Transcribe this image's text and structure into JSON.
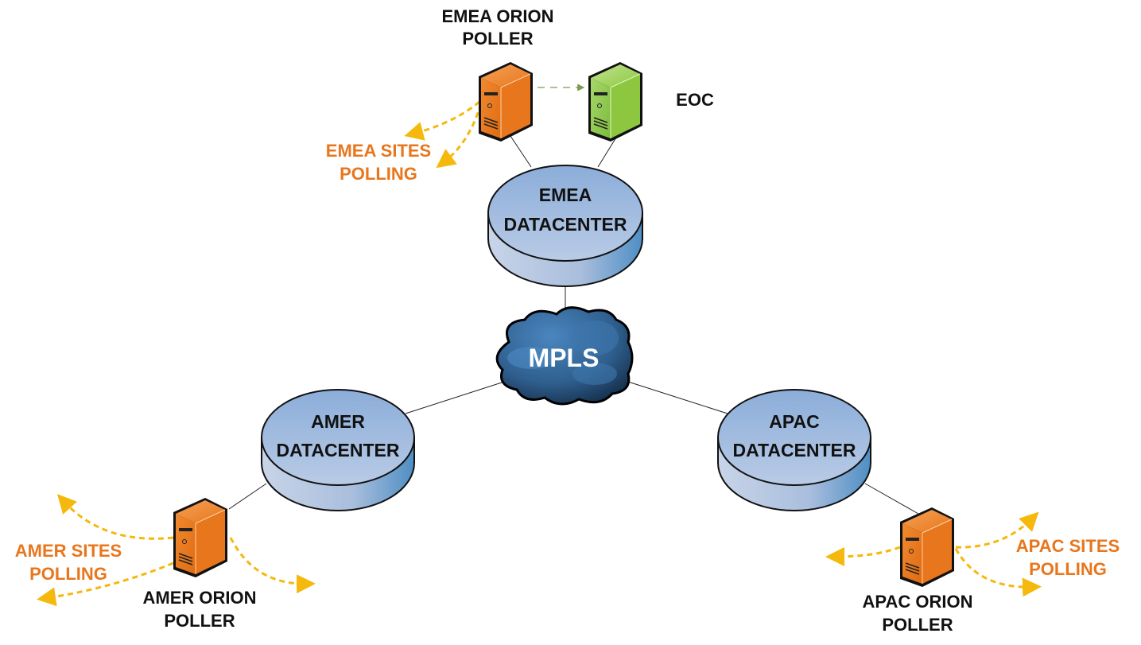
{
  "diagram": {
    "type": "network-topology",
    "nodes": {
      "emea_poller": {
        "label_line1": "EMEA ORION",
        "label_line2": "POLLER",
        "kind": "server",
        "color": "#e8761c"
      },
      "eoc": {
        "label": "EOC",
        "kind": "server",
        "color": "#8dc63f"
      },
      "emea_dc": {
        "label_line1": "EMEA",
        "label_line2": "DATACENTER",
        "kind": "datacenter"
      },
      "mpls": {
        "label": "MPLS",
        "kind": "cloud"
      },
      "amer_dc": {
        "label_line1": "AMER",
        "label_line2": "DATACENTER",
        "kind": "datacenter"
      },
      "apac_dc": {
        "label_line1": "APAC",
        "label_line2": "DATACENTER",
        "kind": "datacenter"
      },
      "amer_poller": {
        "label_line1": "AMER ORION",
        "label_line2": "POLLER",
        "kind": "server",
        "color": "#e8761c"
      },
      "apac_poller": {
        "label_line1": "APAC ORION",
        "label_line2": "POLLER",
        "kind": "server",
        "color": "#e8761c"
      }
    },
    "polling_labels": {
      "emea": {
        "line1": "EMEA SITES",
        "line2": "POLLING"
      },
      "amer": {
        "line1": "AMER SITES",
        "line2": "POLLING"
      },
      "apac": {
        "line1": "APAC SITES",
        "line2": "POLLING"
      }
    },
    "edges": [
      {
        "from": "emea_poller",
        "to": "emea_dc"
      },
      {
        "from": "eoc",
        "to": "emea_dc"
      },
      {
        "from": "emea_poller",
        "to": "eoc",
        "style": "dashed-arrow"
      },
      {
        "from": "emea_dc",
        "to": "mpls"
      },
      {
        "from": "mpls",
        "to": "amer_dc"
      },
      {
        "from": "mpls",
        "to": "apac_dc"
      },
      {
        "from": "amer_dc",
        "to": "amer_poller"
      },
      {
        "from": "apac_dc",
        "to": "apac_poller"
      }
    ],
    "colors": {
      "polling_arrow": "#f5b80c",
      "polling_text": "#e8761c",
      "datacenter": "#8eb0dc",
      "cloud": "#3b6e9e"
    }
  }
}
